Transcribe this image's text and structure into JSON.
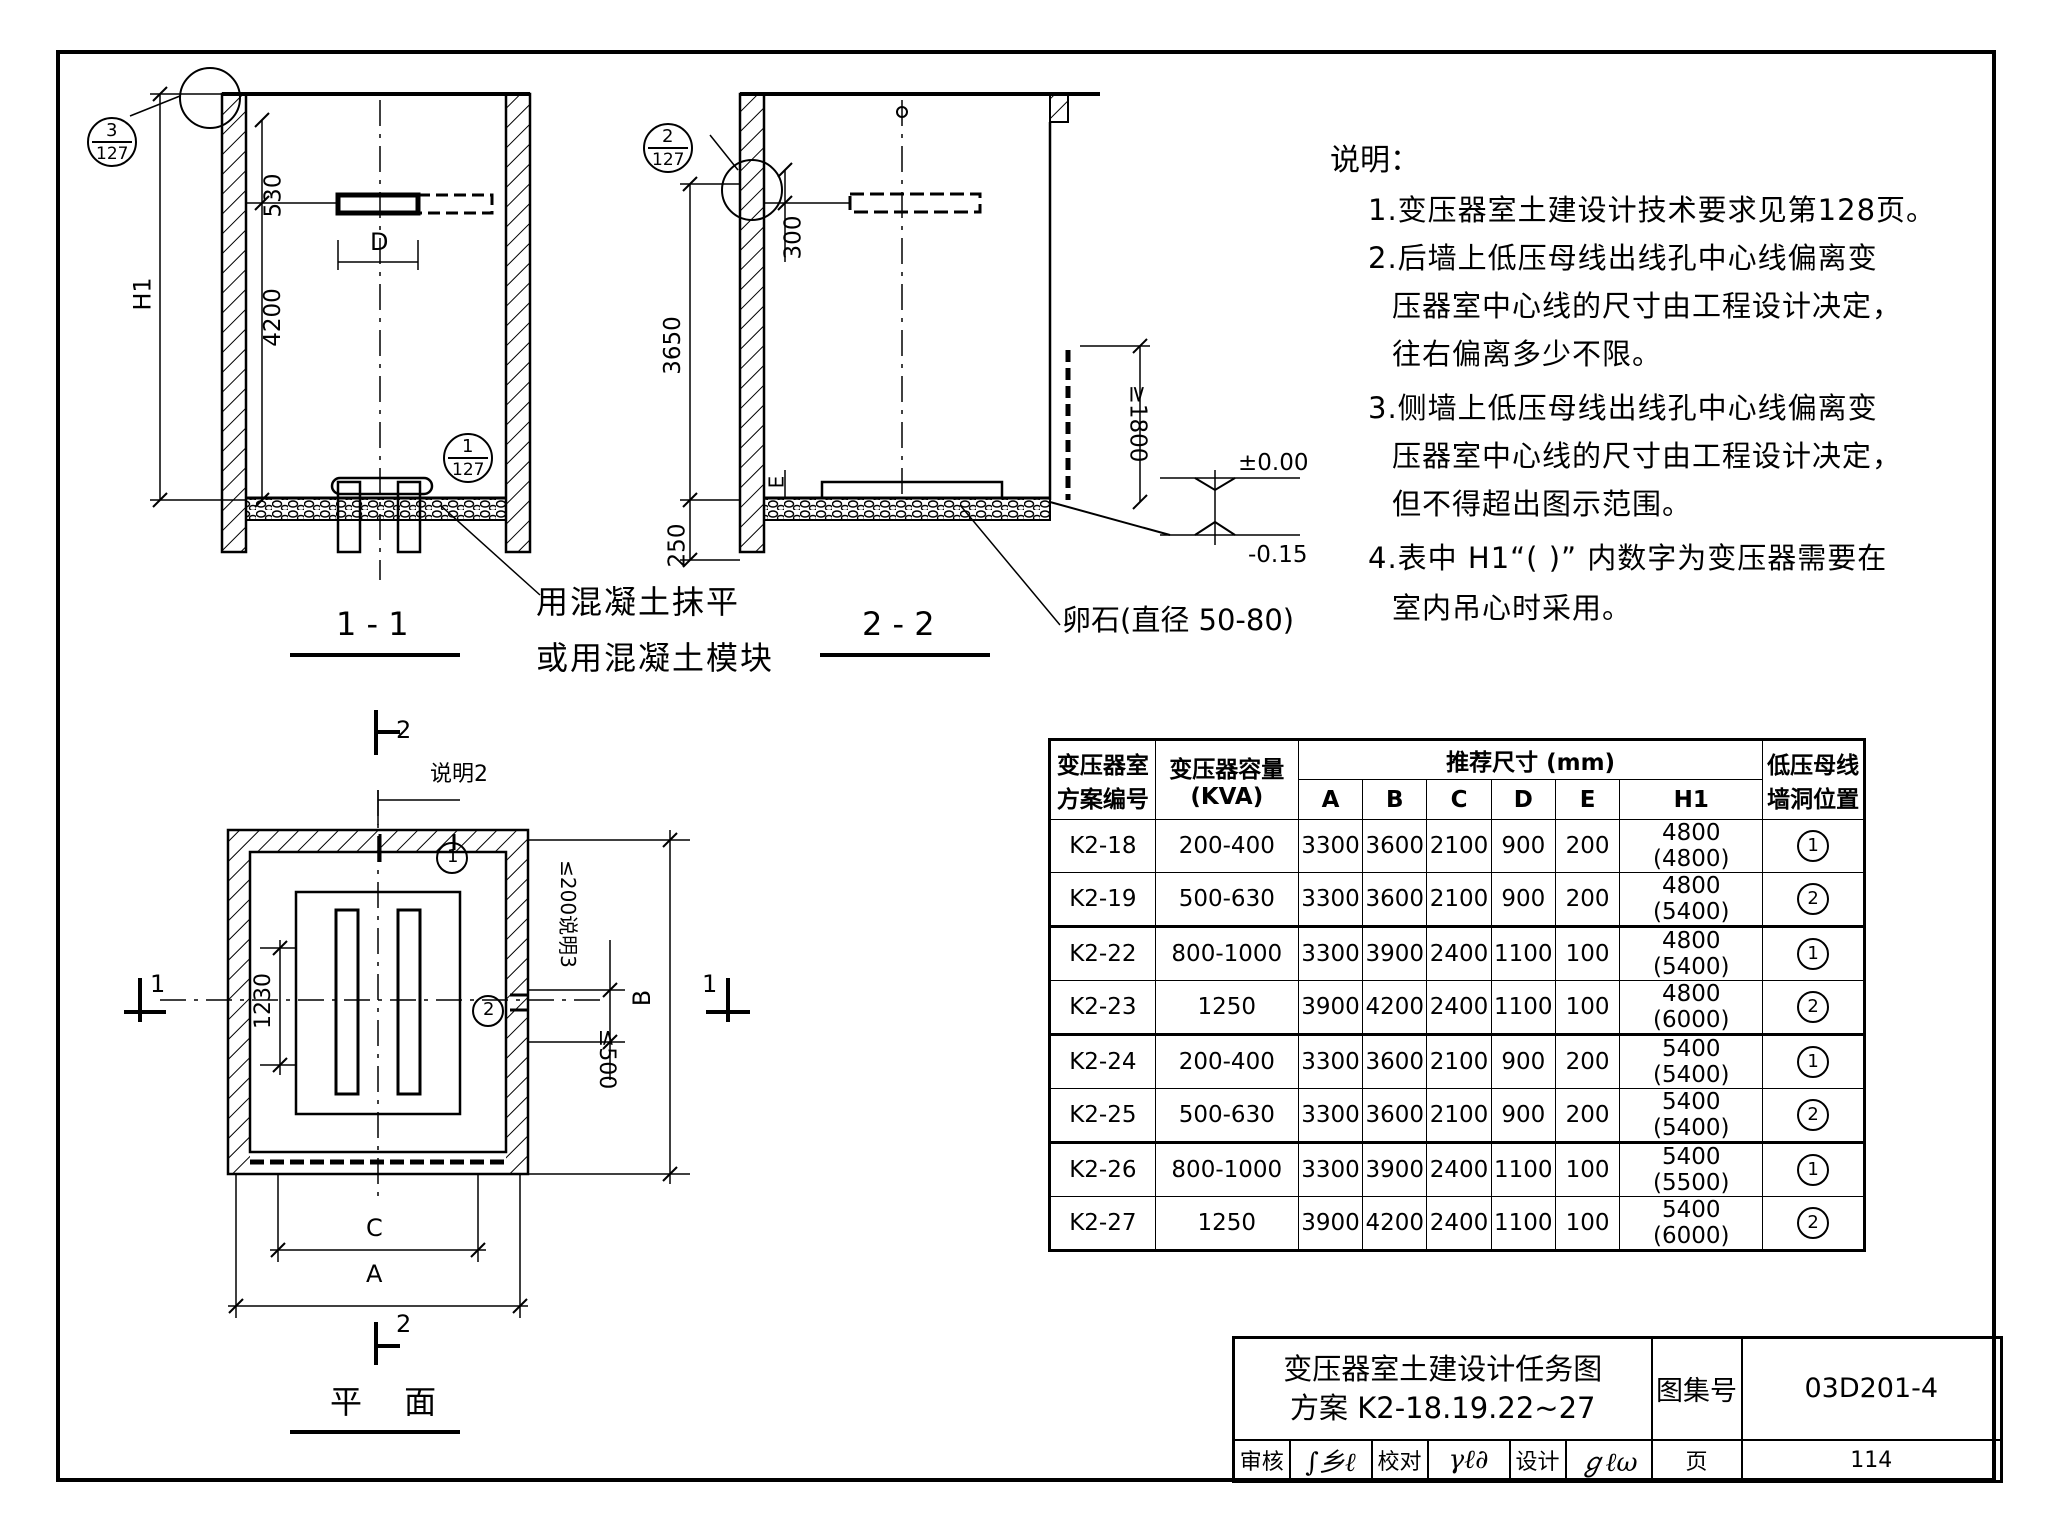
{
  "notes": {
    "title": "说明：",
    "lines": [
      "1.变压器室土建设计技术要求见第128页。",
      "2.后墙上低压母线出线孔中心线偏离变",
      "压器室中心线的尺寸由工程设计决定，",
      "往右偏离多少不限。",
      "3.侧墙上低压母线出线孔中心线偏离变",
      "压器室中心线的尺寸由工程设计决定，",
      "但不得超出图示范围。",
      "4.表中 H1“( )” 内数字为变压器需要在",
      "室内吊心时采用。"
    ]
  },
  "section_1_1": {
    "label": "1 - 1",
    "dims": {
      "d530": "530",
      "d4200": "4200",
      "h1": "H1",
      "d": "D",
      "d250": "250"
    },
    "ref_3_127": {
      "num": "3",
      "den": "127"
    },
    "ref_1_127": {
      "num": "1",
      "den": "127"
    }
  },
  "section_2_2": {
    "label": "2 - 2",
    "dims": {
      "d300": "300",
      "d3650": "3650",
      "d1800": "≥1800",
      "e": "E",
      "level0": "±0.00",
      "level015": "-0.15"
    },
    "ref_2_127": {
      "num": "2",
      "den": "127"
    }
  },
  "callouts": {
    "concrete_1": "用混凝土抹平",
    "concrete_2": "或用混凝土模块",
    "gravel": "卵石(直径 50-80)"
  },
  "plan": {
    "label": "平 面",
    "note2": "说明2",
    "note3": "≤200说明3",
    "d1230": "1230",
    "d500": "≤500",
    "b": "B",
    "c": "C",
    "a": "A",
    "cut1_left": "1",
    "cut1_right": "1",
    "cut2_top": "2",
    "cut2_bottom": "2",
    "pos1": "1",
    "pos2": "2"
  },
  "table": {
    "h_scheme": [
      "变压器室",
      "方案编号"
    ],
    "h_capacity": [
      "变压器容量",
      "(KVA)"
    ],
    "h_dims": "推荐尺寸 (mm)",
    "h_cols": [
      "A",
      "B",
      "C",
      "D",
      "E",
      "H1"
    ],
    "h_pos": [
      "低压母线",
      "墙洞位置"
    ],
    "rows": [
      [
        "K2-18",
        "200-400",
        "3300",
        "3600",
        "2100",
        "900",
        "200",
        "4800 (4800)",
        "1"
      ],
      [
        "K2-19",
        "500-630",
        "3300",
        "3600",
        "2100",
        "900",
        "200",
        "4800 (5400)",
        "2"
      ],
      [
        "K2-22",
        "800-1000",
        "3300",
        "3900",
        "2400",
        "1100",
        "100",
        "4800 (5400)",
        "1"
      ],
      [
        "K2-23",
        "1250",
        "3900",
        "4200",
        "2400",
        "1100",
        "100",
        "4800 (6000)",
        "2"
      ],
      [
        "K2-24",
        "200-400",
        "3300",
        "3600",
        "2100",
        "900",
        "200",
        "5400 (5400)",
        "1"
      ],
      [
        "K2-25",
        "500-630",
        "3300",
        "3600",
        "2100",
        "900",
        "200",
        "5400 (5400)",
        "2"
      ],
      [
        "K2-26",
        "800-1000",
        "3300",
        "3900",
        "2400",
        "1100",
        "100",
        "5400 (5500)",
        "1"
      ],
      [
        "K2-27",
        "1250",
        "3900",
        "4200",
        "2400",
        "1100",
        "100",
        "5400 (6000)",
        "2"
      ]
    ]
  },
  "title_block": {
    "title": "变压器室土建设计任务图",
    "subtitle": "方案 K2-18.19.22~27",
    "atlas_label": "图集号",
    "atlas_no": "03D201-4",
    "review": "审核",
    "check": "校对",
    "design": "设计",
    "page_label": "页",
    "page_no": "114"
  }
}
